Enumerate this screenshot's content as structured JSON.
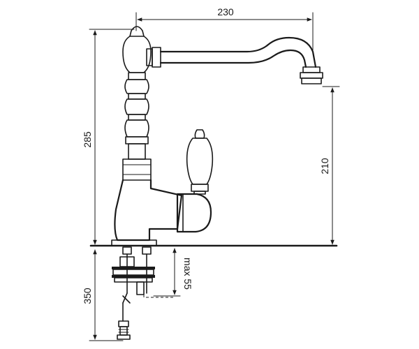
{
  "diagram": {
    "dimensions": {
      "width_top": "230",
      "height_total": "285",
      "spout_height": "210",
      "max_thickness": "max 55",
      "below_counter": "350"
    }
  }
}
